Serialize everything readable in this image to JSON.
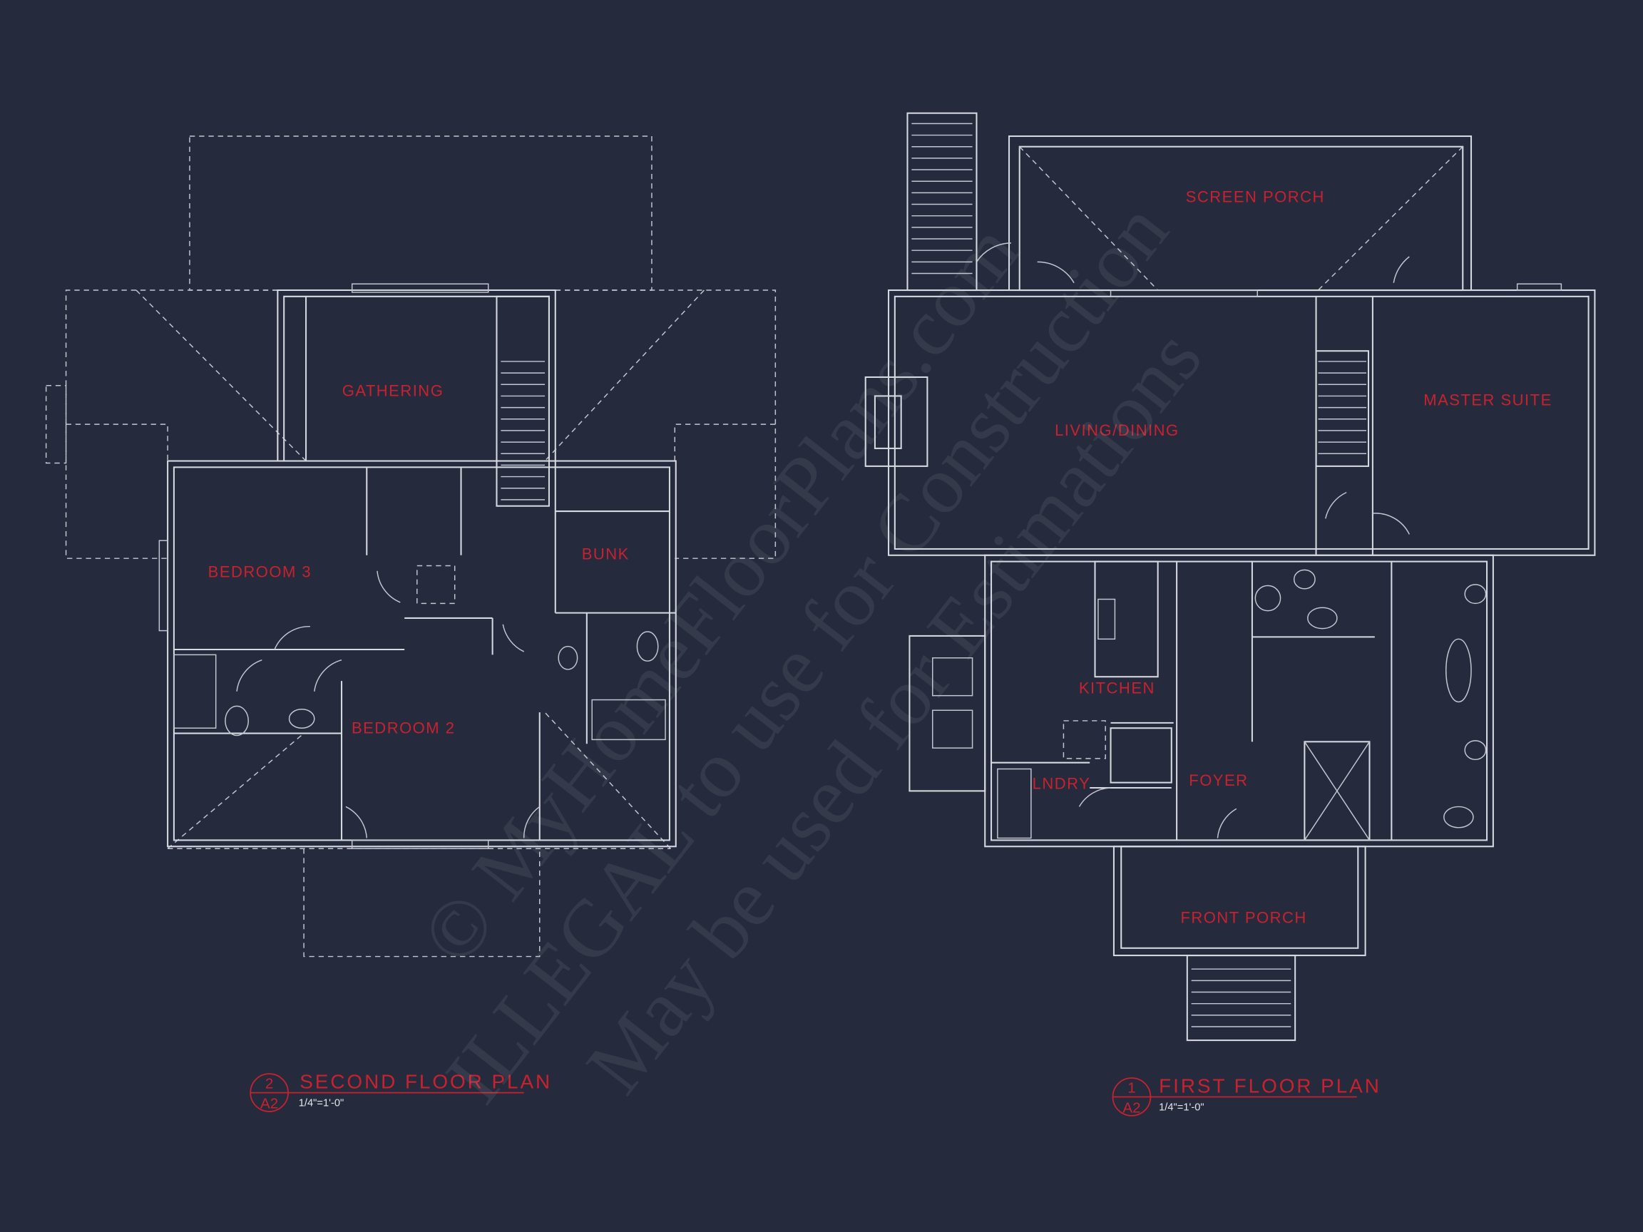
{
  "second_floor": {
    "rooms": {
      "gathering": "GATHERING",
      "bedroom3": "BEDROOM 3",
      "bunk": "BUNK",
      "bedroom2": "BEDROOM 2"
    },
    "title": {
      "number": "2",
      "sheet": "A2",
      "name": "SECOND FLOOR PLAN",
      "scale": "1/4\"=1'-0\""
    }
  },
  "first_floor": {
    "rooms": {
      "screen_porch": "SCREEN PORCH",
      "living_dining": "LIVING/DINING",
      "master_suite": "MASTER SUITE",
      "kitchen": "KITCHEN",
      "laundry": "LNDRY",
      "foyer": "FOYER",
      "front_porch": "FRONT PORCH"
    },
    "title": {
      "number": "1",
      "sheet": "A2",
      "name": "FIRST FLOOR PLAN",
      "scale": "1/4\"=1'-0\""
    }
  },
  "watermark": {
    "line1": "© MyHomeFloorPlans.com",
    "line2": "ILLEGAL to use for Construction",
    "line3": "May be used for Estimations"
  },
  "colors": {
    "background": "#252a3c",
    "lines": "#d7d9e0",
    "labels": "#c8222f"
  }
}
